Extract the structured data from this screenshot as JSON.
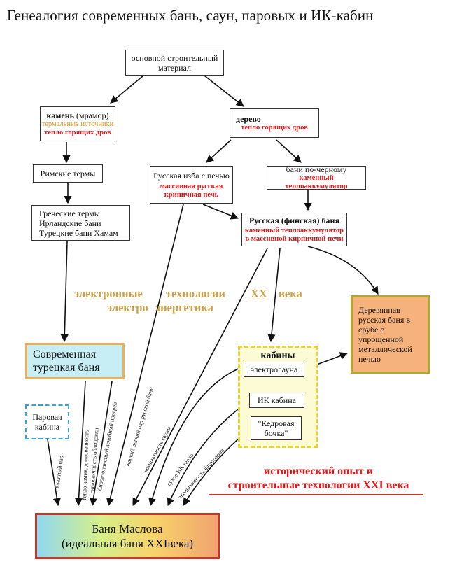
{
  "title": "Генеалогия современных бань, саун, паровых и ИК-кабин",
  "nodes": {
    "material": "основной строительный материал",
    "stone_label": "камень",
    "stone_suffix": " (мрамор)",
    "stone_thermal": "термальные источники",
    "stone_heat": "тепло горящих дров",
    "wood": "дерево",
    "wood_heat": "тепло горящих дров",
    "roman": "Римские термы",
    "greek_1": "Греческие термы",
    "greek_2": "Ирландские бани",
    "greek_3": "Турецкие бани Хамам",
    "izba": "Русская изба с печью",
    "izba_stove": "массивная русская крипичная печь",
    "black_bath": "бани по-черному",
    "black_bath_acc": "каменный теплоаккумулятор",
    "russian_bath": "Русская (финская) баня",
    "russian_bath_acc": "каменный теплоаккумулятор в массивной кирпичной печи",
    "wooden_bath": "Деревянная русская баня в срубе с упрощенной металлической печью",
    "modern_turkish": "Современная турецкая баня",
    "steam_cabin": "Паровая кабина",
    "cabins_title": "кабины",
    "electrosauna": "электросауна",
    "ir_cabin": "ИК кабина",
    "cedar_barrel": "\"Кедровая бочка\"",
    "maslov_1": "Баня  Маслова",
    "maslov_2": "(идеальная баня XXIвека)"
  },
  "annotations": {
    "tech_1": "электронные",
    "tech_2": "технологии",
    "tech_3": "XX",
    "tech_4": "века",
    "energy_1": "электро",
    "energy_2": "энергетика",
    "historical_1": "исторический опыт и",
    "historical_2": "строительные технологии XXI века"
  },
  "edge_labels": {
    "wet_steam": "влажный пар",
    "stone_heat": "тепло камня, долговечность",
    "hygiene": "гигиеничность облицовки",
    "bio_heating": "биорезонансный лечебный прогрев",
    "light_steam": "жаркий легкий пар русской бани",
    "compact": "компактность сауны",
    "dry_ir": "сухое ИК тепло",
    "eco": "экологичность фитопаров"
  },
  "colors": {
    "annotation": "#c9a14a",
    "red_text": "#e0191b",
    "orange_text": "#e8941a",
    "turkish_fill": "#c8eef5",
    "turkish_border": "#e8b15a",
    "steam_border": "#3aa3d9",
    "cabins_fill": "#fdfbd5",
    "cabins_border": "#e6d23a",
    "wooden_fill": "#f5b27c",
    "wooden_border": "#b5a530",
    "maslov_border": "#c0392b"
  }
}
